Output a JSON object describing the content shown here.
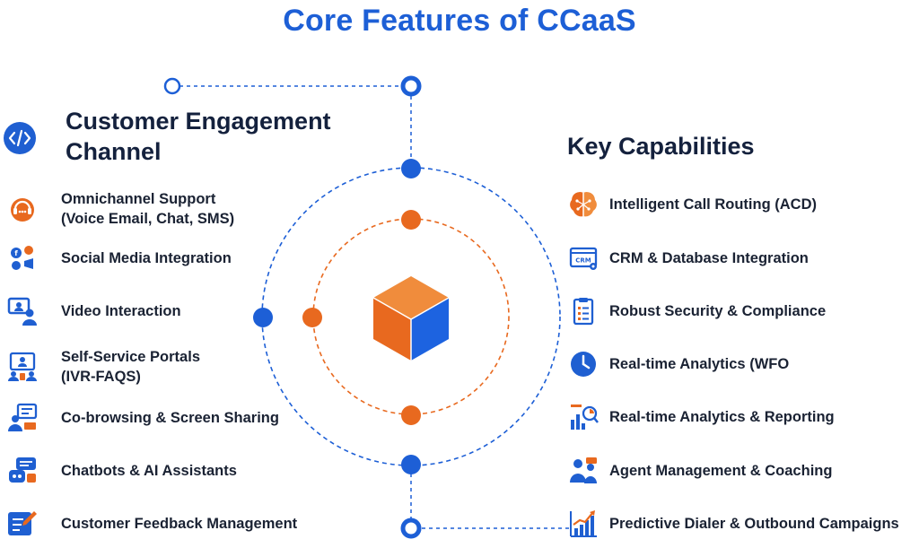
{
  "title": "Core Features of CCaaS",
  "left_section": {
    "heading_line1": "Customer Engagement",
    "heading_line2": "Channel",
    "header_icon": "code-icon",
    "items": [
      {
        "line1": "Omnichannel Support",
        "line2": "(Voice Email, Chat, SMS)",
        "icon": "headset-agent-icon"
      },
      {
        "line1": "Social Media Integration",
        "line2": "",
        "icon": "social-media-icon"
      },
      {
        "line1": "Video Interaction",
        "line2": "",
        "icon": "video-call-icon"
      },
      {
        "line1": "Self-Service Portals",
        "line2": "(IVR-FAQS)",
        "icon": "self-service-portal-icon"
      },
      {
        "line1": "Co-browsing & Screen Sharing",
        "line2": "",
        "icon": "screen-sharing-icon"
      },
      {
        "line1": "Chatbots & AI Assistants",
        "line2": "",
        "icon": "chatbot-icon"
      },
      {
        "line1": "Customer Feedback Management",
        "line2": "",
        "icon": "feedback-icon"
      }
    ]
  },
  "right_section": {
    "heading": "Key Capabilities",
    "items": [
      {
        "label": "Intelligent Call Routing (ACD)",
        "icon": "ai-brain-icon"
      },
      {
        "label": "CRM & Database Integration",
        "icon": "crm-window-icon",
        "icon_text": "CRM"
      },
      {
        "label": "Robust Security & Compliance",
        "icon": "clipboard-checklist-icon"
      },
      {
        "label": "Real-time Analytics (WFO",
        "icon": "clock-icon"
      },
      {
        "label": "Real-time Analytics & Reporting",
        "icon": "analytics-report-icon"
      },
      {
        "label": "Agent Management & Coaching",
        "icon": "agent-coaching-icon"
      },
      {
        "label": "Predictive Dialer & Outbound Campaigns",
        "icon": "growth-chart-icon"
      }
    ]
  },
  "center": {
    "icon": "isometric-cube-icon"
  },
  "colors": {
    "brand_blue": "#1d5fd6",
    "icon_blue": "#1f5fd1",
    "accent_orange": "#e8691f",
    "heading_navy": "#14213d",
    "cube_orange": "#e8691f",
    "cube_orange_top": "#f08c3c",
    "cube_blue": "#1d63e0"
  }
}
